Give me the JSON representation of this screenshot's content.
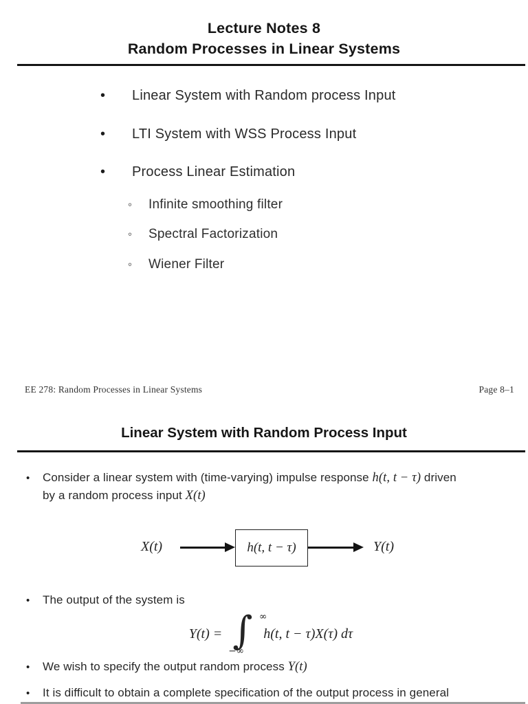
{
  "slide1": {
    "title_line1": "Lecture Notes 8",
    "title_line2": "Random Processes in Linear Systems",
    "bullet_glyph": "•",
    "sub_bullet_glyph": "◦",
    "bullets": [
      {
        "label": "Linear System with Random process Input"
      },
      {
        "label": "LTI System with WSS Process Input"
      },
      {
        "label": "Process Linear Estimation"
      }
    ],
    "sub_bullets": [
      {
        "label": "Infinite smoothing filter"
      },
      {
        "label": "Spectral Factorization"
      },
      {
        "label": "Wiener Filter"
      }
    ],
    "footer_left": "EE 278: Random Processes in Linear Systems",
    "footer_right": "Page 8–1"
  },
  "slide2": {
    "title": "Linear System with Random Process Input",
    "bullet_glyph": "•",
    "bullet_consider": {
      "line1_text": "Consider a linear system with (time-varying) impulse response ",
      "line1_math": "h(t, t − τ)",
      "line1_tail": " driven",
      "line2_text": "by a random process input ",
      "line2_math": "X(t)"
    },
    "diagram": {
      "input_label": "X(t)",
      "block_label": "h(t, t − τ)",
      "output_label": "Y(t)"
    },
    "bullet_output": "The output of the system is",
    "formula": {
      "lhs": "Y(t) =",
      "integral_glyph": "∫",
      "upper_limit": "∞",
      "lower_limit": "−∞",
      "integrand": "h(t, t − τ)X(τ) dτ"
    },
    "bullet_specify": {
      "text": "We wish to specify the output random process ",
      "math": "Y(t)"
    },
    "bullet_difficult": "It is difficult to obtain a complete specification of the output process in general"
  }
}
